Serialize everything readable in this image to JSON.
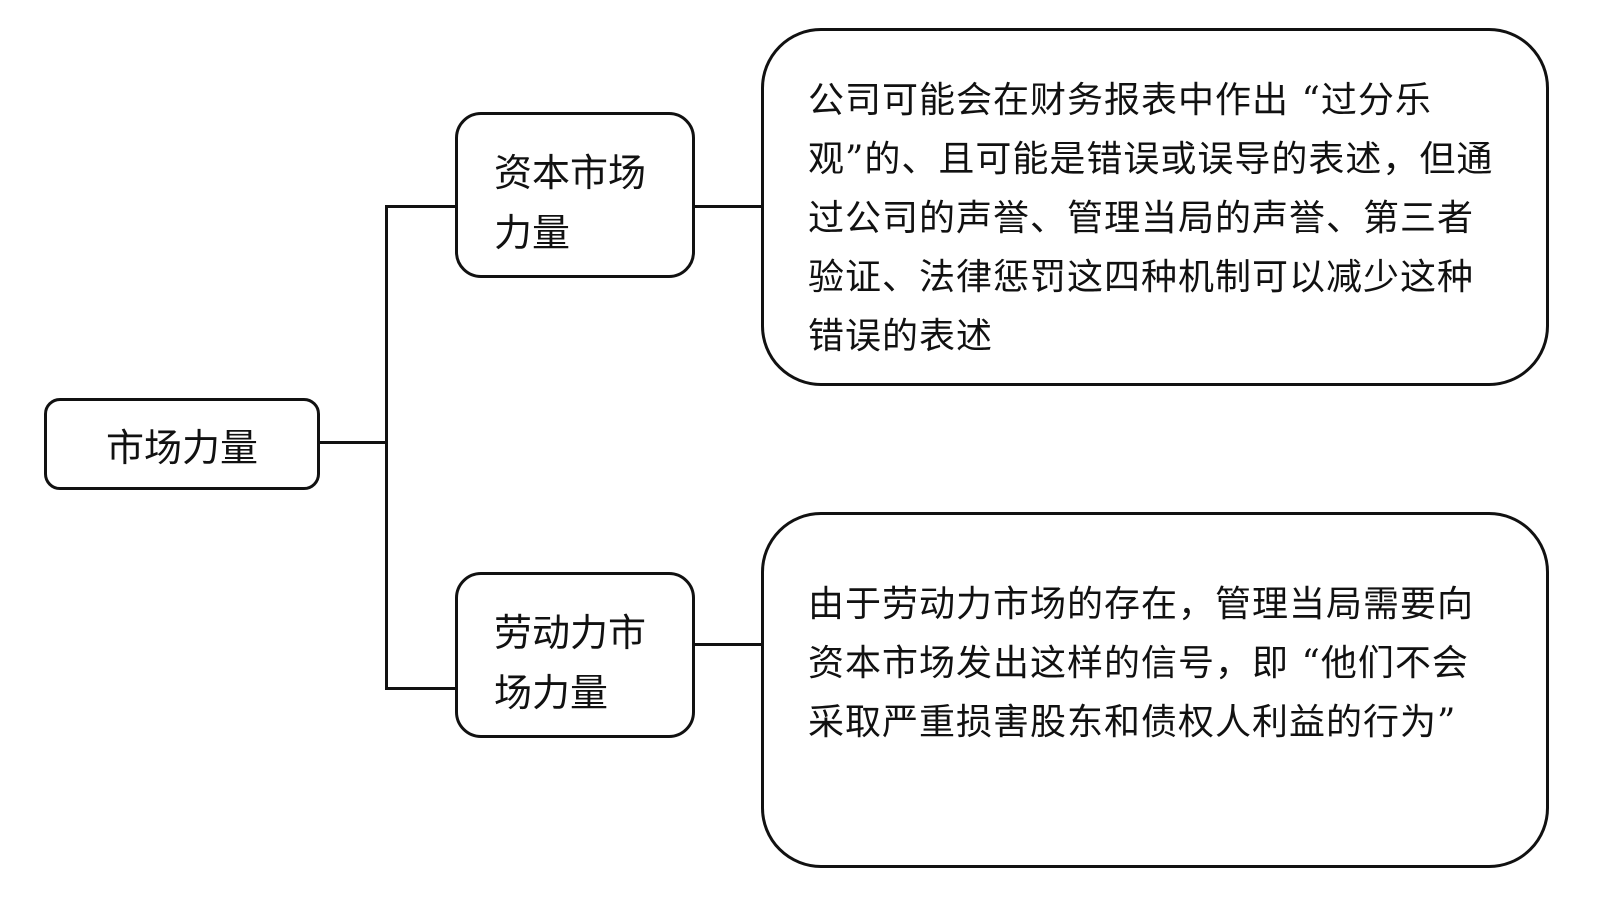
{
  "diagram": {
    "root": {
      "label": "市场力量"
    },
    "branches": [
      {
        "label": "资本市场力量",
        "description": "公司可能会在财务报表中作出 “过分乐观”的、且可能是错误或误导的表述，但通过公司的声誉、管理当局的声誉、第三者验证、法律惩罚这四种机制可以减少这种错误的表述"
      },
      {
        "label": "劳动力市场力量",
        "description": "由于劳动力市场的存在，管理当局需要向资本市场发出这样的信号，即 “他们不会采取严重损害股东和债权人利益的行为”"
      }
    ]
  }
}
